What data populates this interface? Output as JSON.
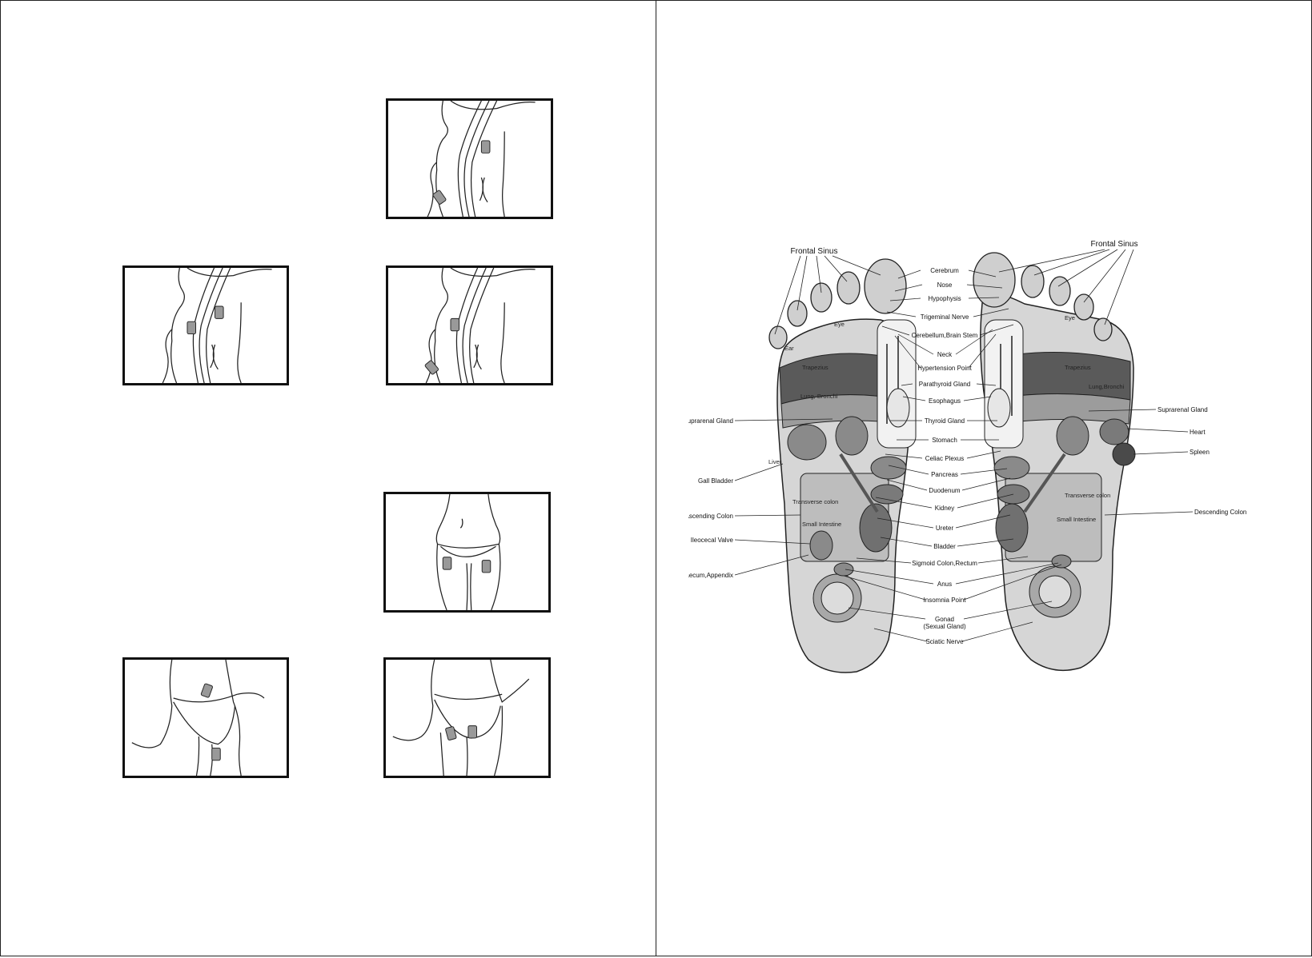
{
  "diagram": {
    "title_left": "Frontal Sinus",
    "title_right": "Frontal Sinus",
    "center_labels": [
      "Cerebrum",
      "Nose",
      "Hypophysis",
      "Trigeminal Nerve",
      "Cerebellum,Brain Stem",
      "Neck",
      "Hypertension Point",
      "Parathyroid Gland",
      "Esophagus",
      "Thyroid Gland",
      "Stomach",
      "Celiac Plexus",
      "Pancreas",
      "Duodenum",
      "Kidney",
      "Ureter",
      "Bladder",
      "Sigmoid Colon,Rectum",
      "Anus",
      "Insomnia Point",
      "Gonad",
      "(Sexual Gland)",
      "Sciatic Nerve"
    ],
    "left_labels": [
      "Suprarenal Gland",
      "Gall Bladder",
      "Ascending Colon",
      "Ileocecal Valve",
      "Caecum,Appendix"
    ],
    "right_labels": [
      "Suprarenal Gland",
      "Heart",
      "Spleen",
      "Descending Colon"
    ],
    "foot_left_labels": [
      "Eye",
      "Ear",
      "Trapezius",
      "Lung, Bronchi",
      "Liver",
      "Transverse colon",
      "Small Intestine"
    ],
    "foot_right_labels": [
      "Eye",
      "Trapezius",
      "Lung,Bronchi",
      "Transverse colon",
      "Small Intestine"
    ]
  },
  "colors": {
    "foot_fill": "#d4d4d4",
    "organ_fill": "#8a8a8a",
    "band_fill": "#5a5a5a",
    "line": "#222222"
  }
}
